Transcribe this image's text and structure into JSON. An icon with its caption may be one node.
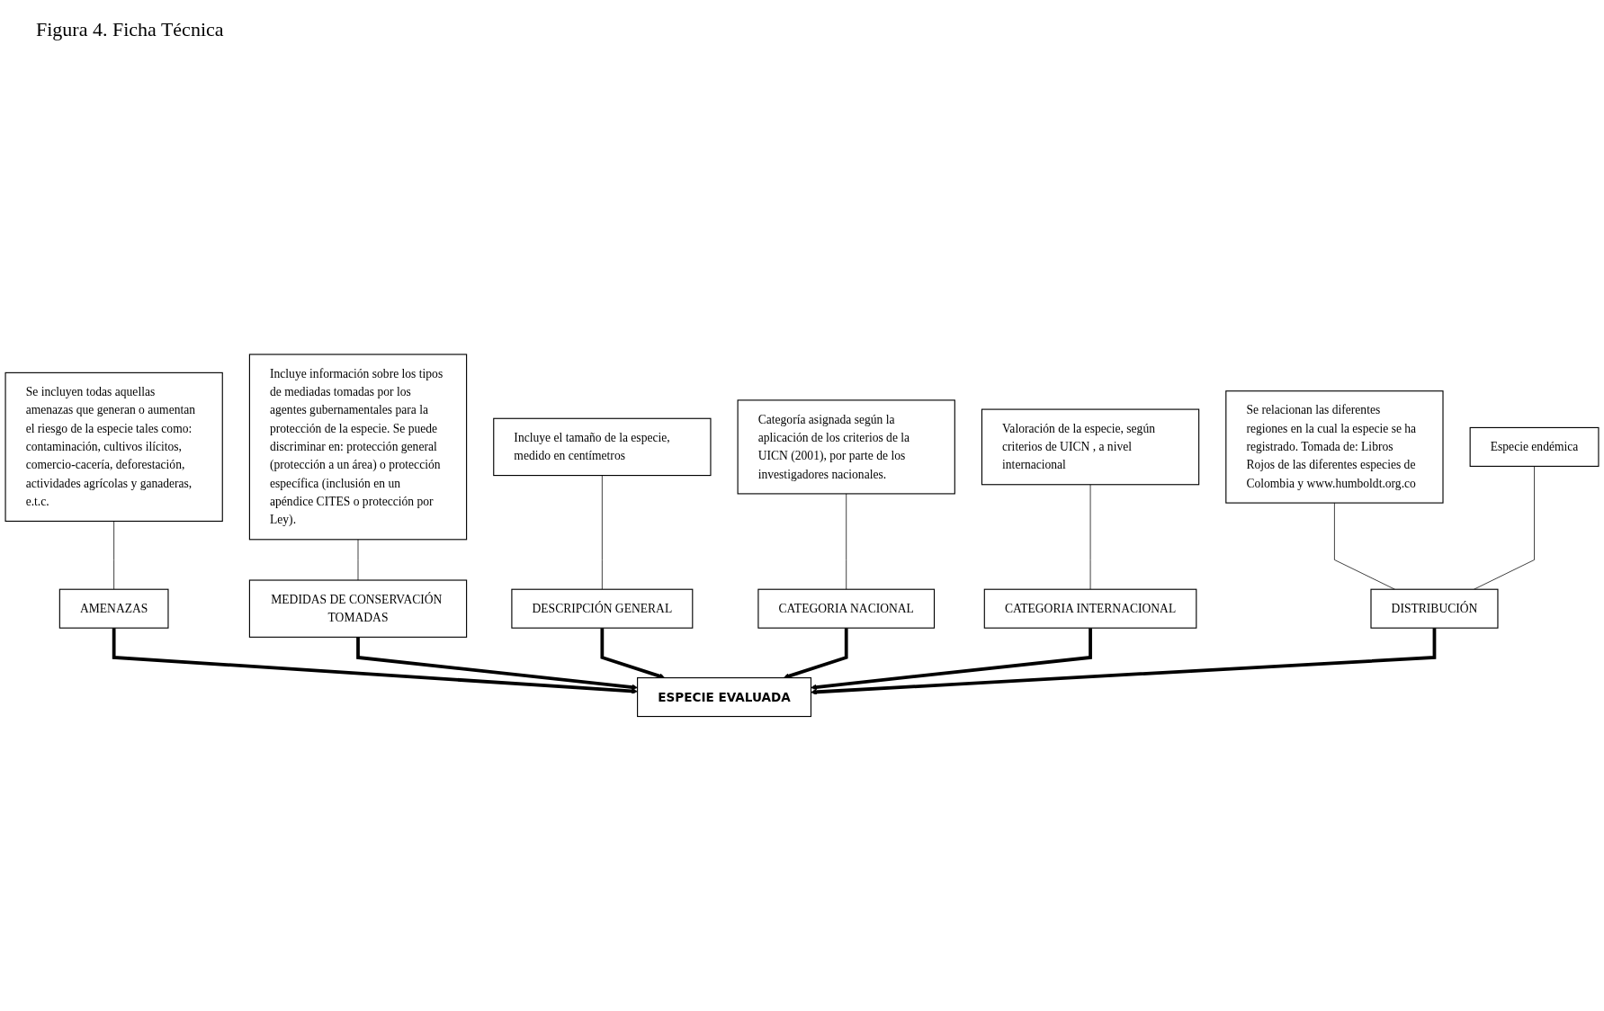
{
  "diagram": {
    "title": "Figura 4. Ficha Técnica",
    "nodes": [
      {
        "text": [
          "Se incluyen todas aquellas amenazas que generan o aumentan el riesgo de la especie tales como: contaminación, cultivos ilícitos, comercio-cacería, deforestación, actividades agrícolas y ganaderas, e.t.c."
        ]
      },
      {
        "text": [
          "Incluye información sobre los tipos de mediadas tomadas por los agentes gubernamentales para la protección de la especie. Se puede discriminar en: protección general (protección a un área) o protección específica (inclusión en un apéndice CITES o protección por Ley)."
        ]
      },
      {
        "text": [
          "Incluye el tamaño de la especie, medido en centímetros"
        ]
      },
      {
        "text": [
          "AMENAZAS"
        ]
      },
      {
        "text": [
          "MEDIDAS DE CONSERVACIÓN TOMADAS"
        ]
      },
      {
        "text": [
          "DESCRIPCIÓN GENERAL"
        ]
      },
      {
        "text": [
          "ESPECIE EVALUADA"
        ]
      },
      {
        "text": [
          "CATEGORIA NACIONAL"
        ]
      },
      {
        "text": [
          "Categoría asignada según la aplicación de los criterios de la UICN (2001), por parte de los investigadores nacionales."
        ]
      },
      {
        "text": [
          "CATEGORIA INTERNACIONAL"
        ]
      },
      {
        "text": [
          "Se relacionan las diferentes regiones en la cual la especie se ha registrado. Tomada de: Libros Rojos de las diferentes especies de Colombia y www.humboldt.org.co"
        ]
      },
      {
        "text": [
          "DISTRIBUCIÓN"
        ]
      },
      {
        "text": [
          "Especie endémica"
        ]
      },
      {
        "text": [
          "Valoración de la especie, según criterios de UICN , a nivel internacional"
        ]
      }
    ],
    "edges": [
      {
        "from": 0,
        "to": 3,
        "arrow": "none"
      },
      {
        "from": 1,
        "to": 4,
        "arrow": "none"
      },
      {
        "from": 2,
        "to": 5,
        "arrow": "none"
      },
      {
        "from": 3,
        "to": 6,
        "arrow": "to",
        "style": "thick"
      },
      {
        "from": 4,
        "to": 6,
        "arrow": "to",
        "style": "thick"
      },
      {
        "from": 5,
        "to": 6,
        "arrow": "to",
        "style": "thick"
      },
      {
        "from": 7,
        "to": 6,
        "arrow": "to",
        "style": "thick"
      },
      {
        "from": 8,
        "to": 7,
        "arrow": "none"
      },
      {
        "from": 9,
        "to": 6,
        "arrow": "to",
        "style": "thick"
      },
      {
        "from": 10,
        "to": 11,
        "arrow": "none"
      },
      {
        "from": 11,
        "to": 6,
        "arrow": "to",
        "style": "thick"
      },
      {
        "from": 12,
        "to": 11,
        "arrow": "none"
      },
      {
        "from": 13,
        "to": 9,
        "arrow": "none"
      }
    ]
  }
}
